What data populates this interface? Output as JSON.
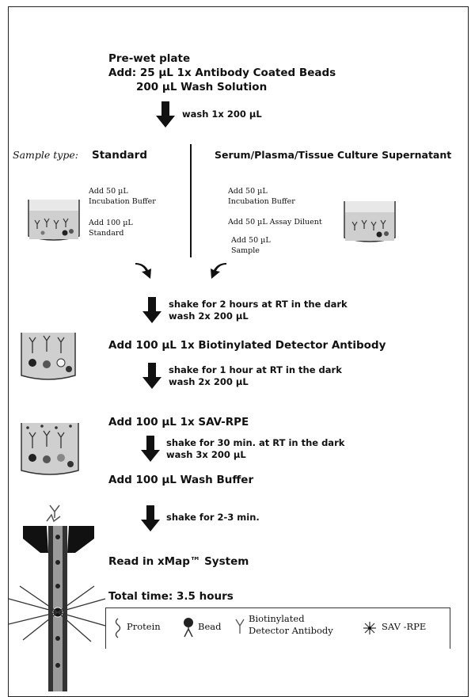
{
  "header": {
    "line1": "Pre-wet plate",
    "line2": "Add: 25 µL 1x Antibody Coated Beads",
    "line3": "200 µL Wash Solution"
  },
  "steps": {
    "wash1": "wash 1x 200 µL",
    "sample_type_label": "Sample type:",
    "standard_label": "Standard",
    "serum_label": "Serum/Plasma/Tissue Culture Supernatant",
    "left_add1a": "Add 50 µL",
    "left_add1b": "Incubation Buffer",
    "left_add2a": "Add 100 µL",
    "left_add2b": "Standard",
    "right_add1a": "Add 50 µL",
    "right_add1b": "Incubation Buffer",
    "right_add2": "Add 50 µL Assay Diluent",
    "right_add3a": "Add 50 µL",
    "right_add3b": "Sample",
    "shake1a": "shake for 2 hours at RT in the dark",
    "shake1b": "wash 2x 200 µL",
    "detector": "Add 100 µL 1x Biotinylated Detector Antibody",
    "shake2a": "shake for 1 hour at RT in the dark",
    "shake2b": "wash 2x 200 µL",
    "savrpe": "Add 100 µL 1x SAV-RPE",
    "shake3a": "shake for 30 min. at RT in the dark",
    "shake3b": "wash 3x 200 µL",
    "washbuffer": "Add 100 µL Wash Buffer",
    "shake4": "shake for 2-3 min.",
    "read": "Read in xMap™ System",
    "total": "Total time: 3.5 hours"
  },
  "legend": {
    "protein": "Protein",
    "bead": "Bead",
    "detector1": "Biotinylated",
    "detector2": "Detector Antibody",
    "sav": "SAV -RPE"
  },
  "icons": [
    "down-arrow-icon",
    "curved-arrow-icon",
    "well-icon",
    "protein-icon",
    "bead-icon",
    "antibody-icon",
    "sav-rpe-icon",
    "xmap-reader-icon"
  ]
}
